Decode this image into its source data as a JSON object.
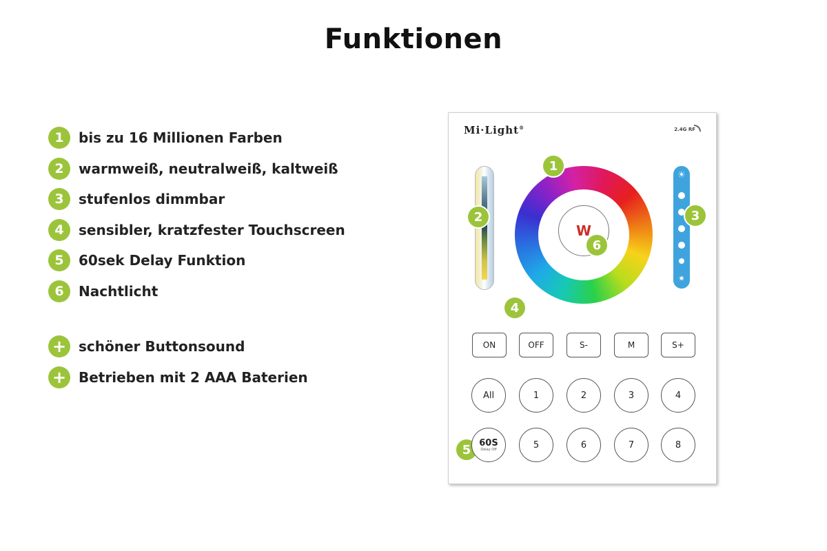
{
  "title": "Funktionen",
  "features": [
    {
      "badge": "1",
      "text": "bis zu 16 Millionen Farben"
    },
    {
      "badge": "2",
      "text": "warmweiß, neutralweiß, kaltweiß"
    },
    {
      "badge": "3",
      "text": "stufenlos dimmbar"
    },
    {
      "badge": "4",
      "text": "sensibler, kratzfester Touchscreen"
    },
    {
      "badge": "5",
      "text": "60sek Delay Funktion"
    },
    {
      "badge": "6",
      "text": "Nachtlicht"
    }
  ],
  "extras": [
    {
      "badge": "+",
      "text": "schöner Buttonsound"
    },
    {
      "badge": "+",
      "text": "Betrieben mit 2 AAA Baterien"
    }
  ],
  "remote": {
    "brand": "Mi·Light",
    "brand_mark": "®",
    "rf_label": "2.4G RF",
    "center_button": "W",
    "callouts": [
      "1",
      "2",
      "3",
      "4",
      "5",
      "6"
    ],
    "mode_buttons": [
      "ON",
      "OFF",
      "S-",
      "M",
      "S+"
    ],
    "zone_row1": [
      "All",
      "1",
      "2",
      "3",
      "4"
    ],
    "delay_button": {
      "label": "60S",
      "sub": "Delay Off"
    },
    "zone_row2": [
      "5",
      "6",
      "7",
      "8"
    ],
    "accent_color": "#9cc43b",
    "slider_color": "#3fa4dd"
  }
}
